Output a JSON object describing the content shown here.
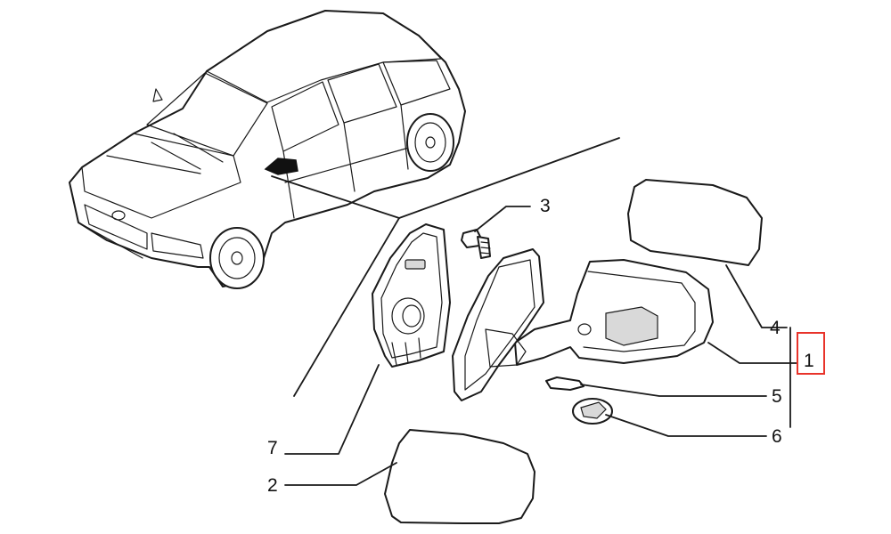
{
  "callouts": [
    {
      "id": "1",
      "label": "1"
    },
    {
      "id": "2",
      "label": "2"
    },
    {
      "id": "3",
      "label": "3"
    },
    {
      "id": "4",
      "label": "4"
    },
    {
      "id": "5",
      "label": "5"
    },
    {
      "id": "6",
      "label": "6"
    },
    {
      "id": "7",
      "label": "7"
    }
  ],
  "highlight_color": "#e8332a",
  "line_color": "#1a1a1a"
}
